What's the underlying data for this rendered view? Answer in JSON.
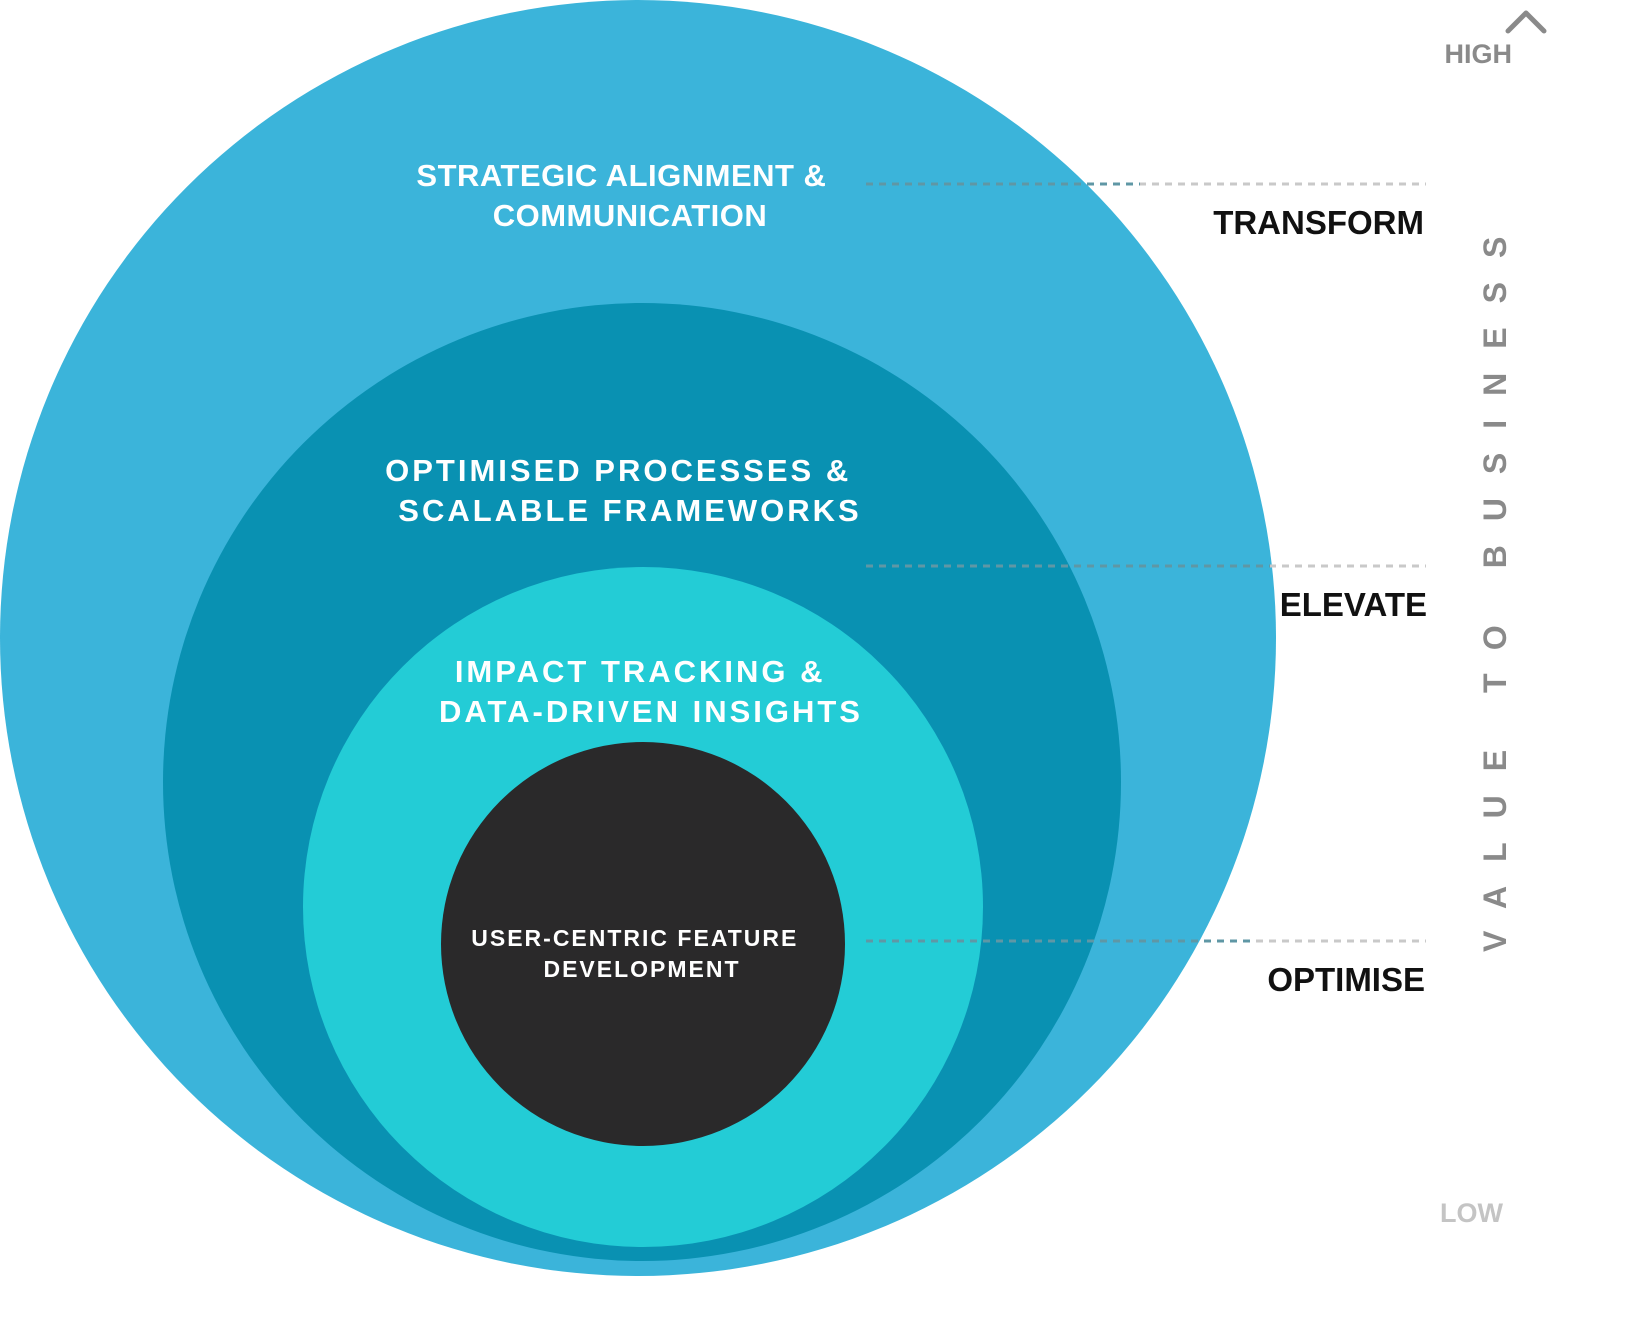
{
  "colors": {
    "outer": "#3bb4da",
    "second": "#0991b2",
    "third": "#23ccd6",
    "core": "#2a292a",
    "axis": "#8a8a8a",
    "axis_low": "#c4c4c4",
    "level_text": "#111111"
  },
  "rings": [
    {
      "id": "outer",
      "lines": [
        "STRATEGIC ALIGNMENT &",
        "COMMUNICATION"
      ]
    },
    {
      "id": "second",
      "lines": [
        "OPTIMISED PROCESSES &",
        "SCALABLE FRAMEWORKS"
      ]
    },
    {
      "id": "third",
      "lines": [
        "IMPACT TRACKING &",
        "DATA-DRIVEN INSIGHTS"
      ]
    },
    {
      "id": "core",
      "lines": [
        "USER-CENTRIC FEATURE",
        "DEVELOPMENT"
      ]
    }
  ],
  "levels": [
    {
      "label": "TRANSFORM"
    },
    {
      "label": "ELEVATE"
    },
    {
      "label": "OPTIMISE"
    }
  ],
  "axis": {
    "title": "VALUE TO BUSINESS",
    "high": "HIGH",
    "low": "LOW"
  }
}
